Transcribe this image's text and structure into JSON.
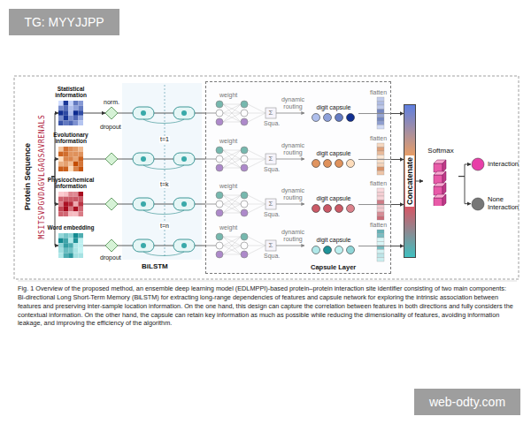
{
  "diagram": {
    "caption": "Fig. 1 Overview of the proposed method, an ensemble deep learning model (EDLMPPI)-based protein–protein interaction site identifier consisting of two main components: Bi-directional Long Short-Term Memory (BiLSTM) for extracting long-range dependencies of features and capsule network for exploring the intrinsic association between features and preserving inter-sample location information. On the one hand, this design can capture the correlation between features in both directions and fully considers the contextual information. On the other hand, the capsule can retain key information as much as possible while reducing the dimensionality of features, avoiding information leakage, and improving the efficiency of the algorithm.",
    "nodes": [
      {
        "text": [
          "Protein Sequence",
          "MSITSVPGVDAGVLGAQSAVRENALS"
        ]
      },
      {
        "text": [
          "Statistical information"
        ]
      },
      {
        "text": [
          "Evolutionary information"
        ]
      },
      {
        "text": [
          "Physicochemical information"
        ]
      },
      {
        "text": [
          "Word embedding"
        ]
      },
      {
        "text": [
          "norm."
        ]
      },
      {
        "text": [
          "Capsule Layer"
        ]
      },
      {
        "text": [
          "digit capsule"
        ],
        "in": 6
      },
      {
        "text": [
          "digit capsule"
        ],
        "in": 6
      },
      {
        "text": [
          "digit capsule"
        ],
        "in": 6
      },
      {
        "text": [
          "digit capsule"
        ],
        "in": 6
      },
      {
        "text": [
          "Concatenate"
        ]
      },
      {
        "text": [
          "Softmax"
        ]
      },
      {
        "text": [
          "Interaction"
        ]
      },
      {
        "text": [
          "None Interaction"
        ]
      }
    ],
    "edges": [
      {
        "from": 0,
        "to": 1,
        "arrow": "to"
      },
      {
        "from": 0,
        "to": 2,
        "arrow": "to"
      },
      {
        "from": 0,
        "to": 3,
        "arrow": "to"
      },
      {
        "from": 0,
        "to": 4,
        "arrow": "to"
      },
      {
        "from": 1,
        "to": 5,
        "arrow": "to"
      },
      {
        "from": 7,
        "to": 11,
        "arrow": "to"
      },
      {
        "from": 8,
        "to": 11,
        "arrow": "to"
      },
      {
        "from": 9,
        "to": 11,
        "arrow": "to"
      },
      {
        "from": 10,
        "to": 11,
        "arrow": "to"
      },
      {
        "from": 11,
        "to": 12,
        "arrow": "to"
      },
      {
        "from": 12,
        "to": 13,
        "arrow": "to"
      },
      {
        "from": 12,
        "to": 14,
        "arrow": "to"
      }
    ],
    "labels": [
      "TG: MYYJJPP",
      "dropout",
      "dropout",
      "t=1",
      "t=k",
      "t=n",
      "BiLSTM",
      "weight",
      "weight",
      "weight",
      "weight",
      "Σ",
      "Σ",
      "Σ",
      "Σ",
      "Squa.",
      "Squa.",
      "Squa.",
      "Squa.",
      "dynamic routing",
      "dynamic routing",
      "dynamic routing",
      "dynamic routing",
      "flatten",
      "flatten",
      "flatten",
      "flatten",
      "web-odty.com"
    ]
  }
}
